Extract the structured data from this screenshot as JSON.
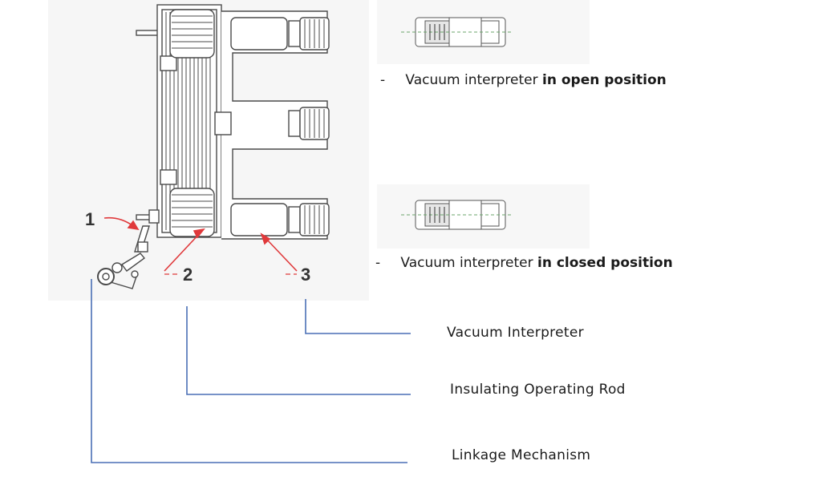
{
  "callouts": {
    "n1": "1",
    "n2": "2",
    "n3": "3"
  },
  "states": {
    "open": {
      "dash": "-",
      "prefix": "Vacuum interpreter",
      "emphasis": "in open position"
    },
    "closed": {
      "dash": "-",
      "prefix": "Vacuum interpreter",
      "emphasis": "in closed position"
    }
  },
  "legend": {
    "item3": "Vacuum Interpreter",
    "item2": "Insulating Operating Rod",
    "item1": "Linkage Mechanism"
  },
  "colors": {
    "leader": "#4a6fb5",
    "arrow": "#e0393b",
    "drawing": "#4a4a4a"
  }
}
